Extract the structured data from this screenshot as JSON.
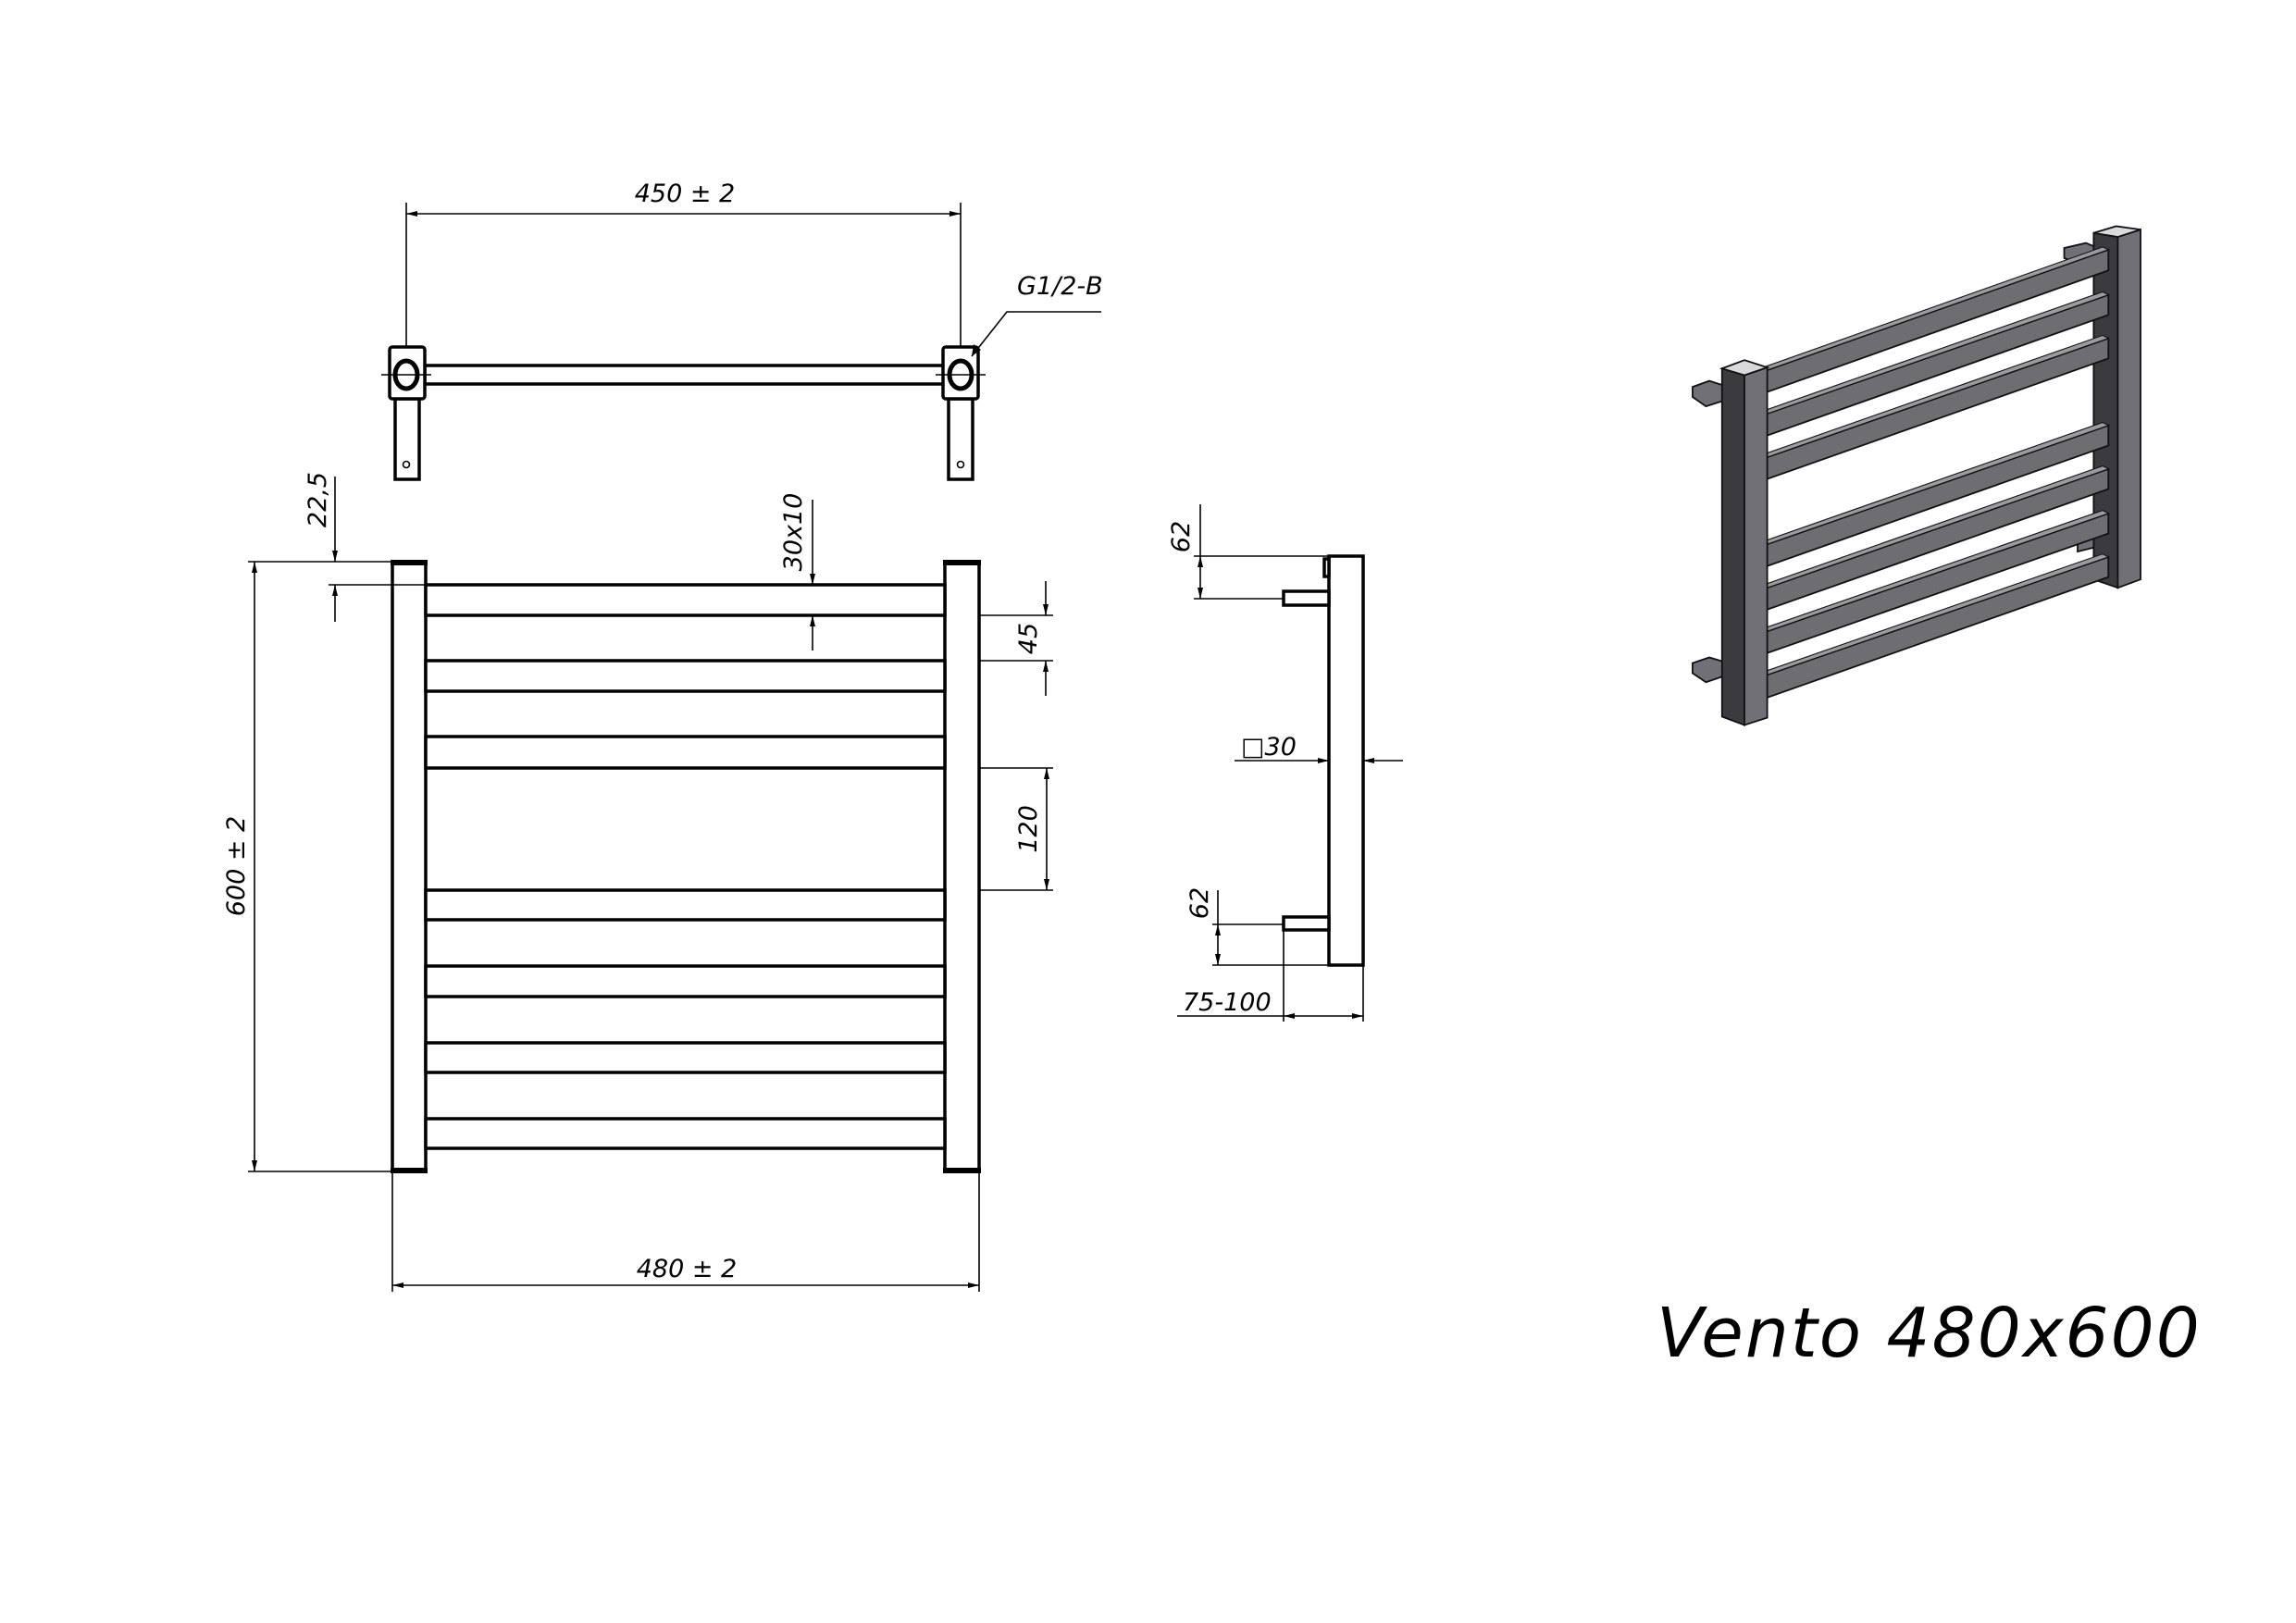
{
  "title": "Vento 480x600",
  "top_view": {
    "width_dim": "450 ± 2",
    "thread_label": "G1/2-B"
  },
  "front_view": {
    "height_dim": "600 ± 2",
    "width_dim": "480 ± 2",
    "top_offset_dim": "22,5",
    "rail_section_dim": "30x10",
    "rail_pitch_dim": "45",
    "gap_dim": "120"
  },
  "side_view": {
    "top_stub_dim": "62",
    "bottom_stub_dim": "62",
    "post_section_dim": "□30",
    "wall_distance_dim": "75-100"
  },
  "colors": {
    "line": "#000000",
    "rail_gray": "#6d6d72",
    "post_dark": "#3b3b3f",
    "cap_light": "#dadadc"
  }
}
